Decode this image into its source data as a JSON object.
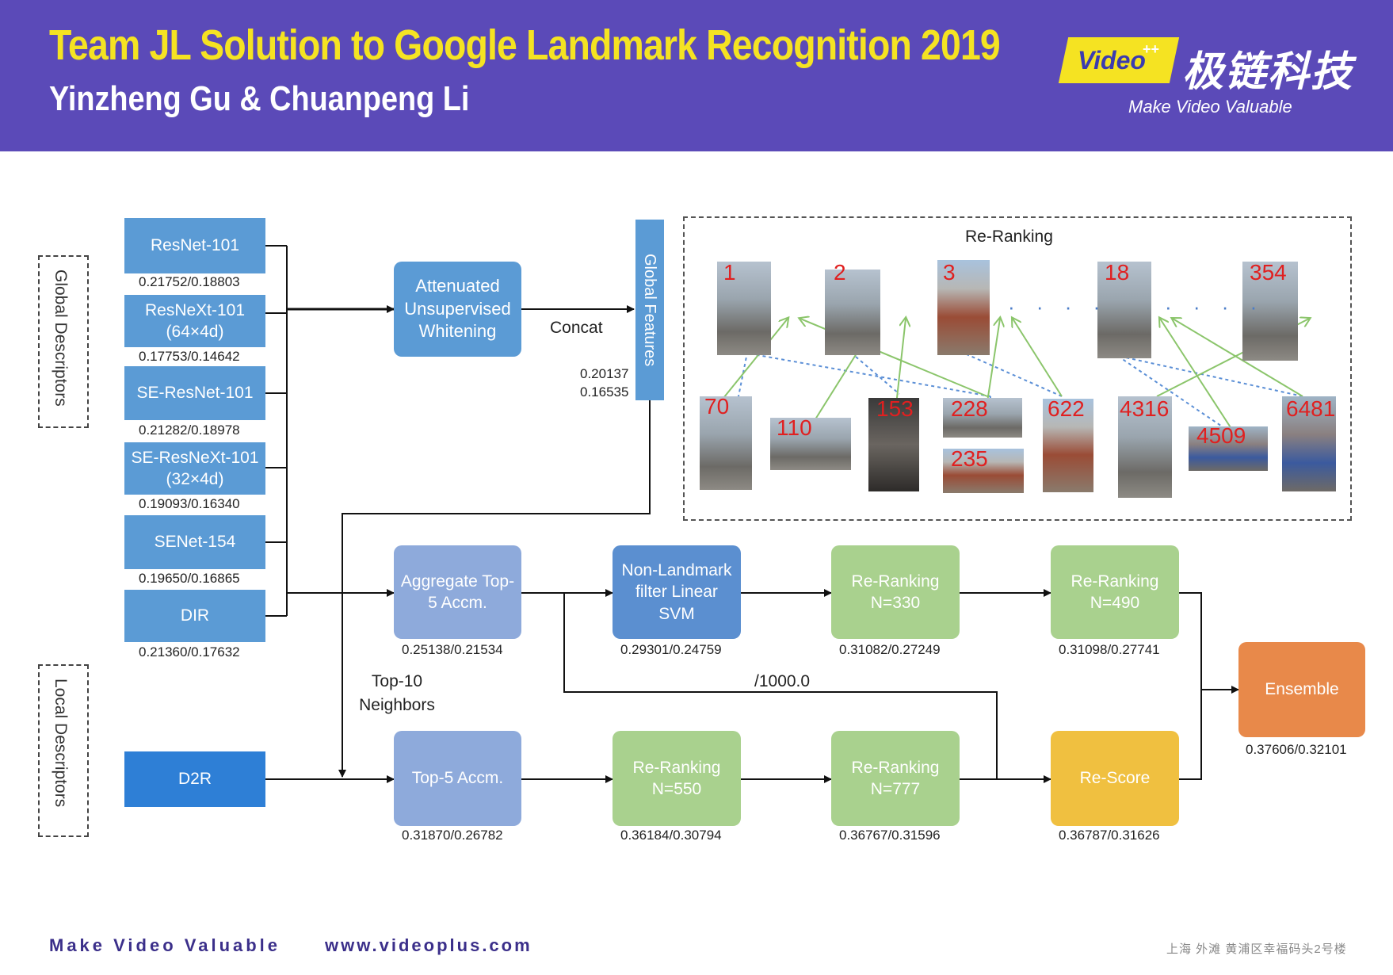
{
  "header": {
    "title": "Team JL Solution to Google Landmark Recognition 2019",
    "authors": "Yinzheng Gu  & Chuanpeng Li",
    "logo_word": "Video",
    "logo_plus": "++",
    "logo_cn": "极链科技",
    "logo_tagline": "Make Video Valuable"
  },
  "side_labels": {
    "global": "Global Descriptors",
    "local": "Local Descriptors"
  },
  "backbones": [
    {
      "label": "ResNet-101",
      "score": "0.21752/0.18803"
    },
    {
      "label": "ResNeXt-101 (64×4d)",
      "score": "0.17753/0.14642"
    },
    {
      "label": "SE-ResNet-101",
      "score": "0.21282/0.18978"
    },
    {
      "label": "SE-ResNeXt-101 (32×4d)",
      "score": "0.19093/0.16340"
    },
    {
      "label": "SENet-154",
      "score": "0.19650/0.16865"
    },
    {
      "label": "DIR",
      "score": "0.21360/0.17632"
    }
  ],
  "d2r": {
    "label": "D2R"
  },
  "whitening": {
    "label": "Attenuated Unsupervised Whitening"
  },
  "concat_label": "Concat",
  "global_features": {
    "label": "Global Features",
    "score_line1": "0.20137",
    "score_line2": "0.16535"
  },
  "pipeline_top": [
    {
      "label": "Aggregate Top-5 Accm.",
      "score": "0.25138/0.21534"
    },
    {
      "label": "Non-Landmark filter Linear SVM",
      "score": "0.29301/0.24759"
    },
    {
      "label": "Re-Ranking N=330",
      "score": "0.31082/0.27249"
    },
    {
      "label": "Re-Ranking N=490",
      "score": "0.31098/0.27741"
    }
  ],
  "pipeline_bottom": [
    {
      "label": "Top-5 Accm.",
      "score": "0.31870/0.26782"
    },
    {
      "label": "Re-Ranking N=550",
      "score": "0.36184/0.30794"
    },
    {
      "label": "Re-Ranking N=777",
      "score": "0.36767/0.31596"
    },
    {
      "label": "Re-Score",
      "score": "0.36787/0.31626"
    }
  ],
  "ensemble": {
    "label": "Ensemble",
    "score": "0.37606/0.32101"
  },
  "neighbors_label": "Top-10 Neighbors",
  "divide_label": "/1000.0",
  "rerank": {
    "title": "Re-Ranking",
    "top_ranks": [
      "1",
      "2",
      "3",
      "18",
      "354"
    ],
    "bottom_ranks": [
      "70",
      "110",
      "153",
      "228",
      "235",
      "622",
      "4316",
      "4509",
      "6481"
    ],
    "ellipsis": "· · · ·"
  },
  "footer": {
    "slogan": "Make Video Valuable",
    "website": "www.videoplus.com",
    "address": "上海 外滩 黄浦区幸福码头2号楼"
  }
}
